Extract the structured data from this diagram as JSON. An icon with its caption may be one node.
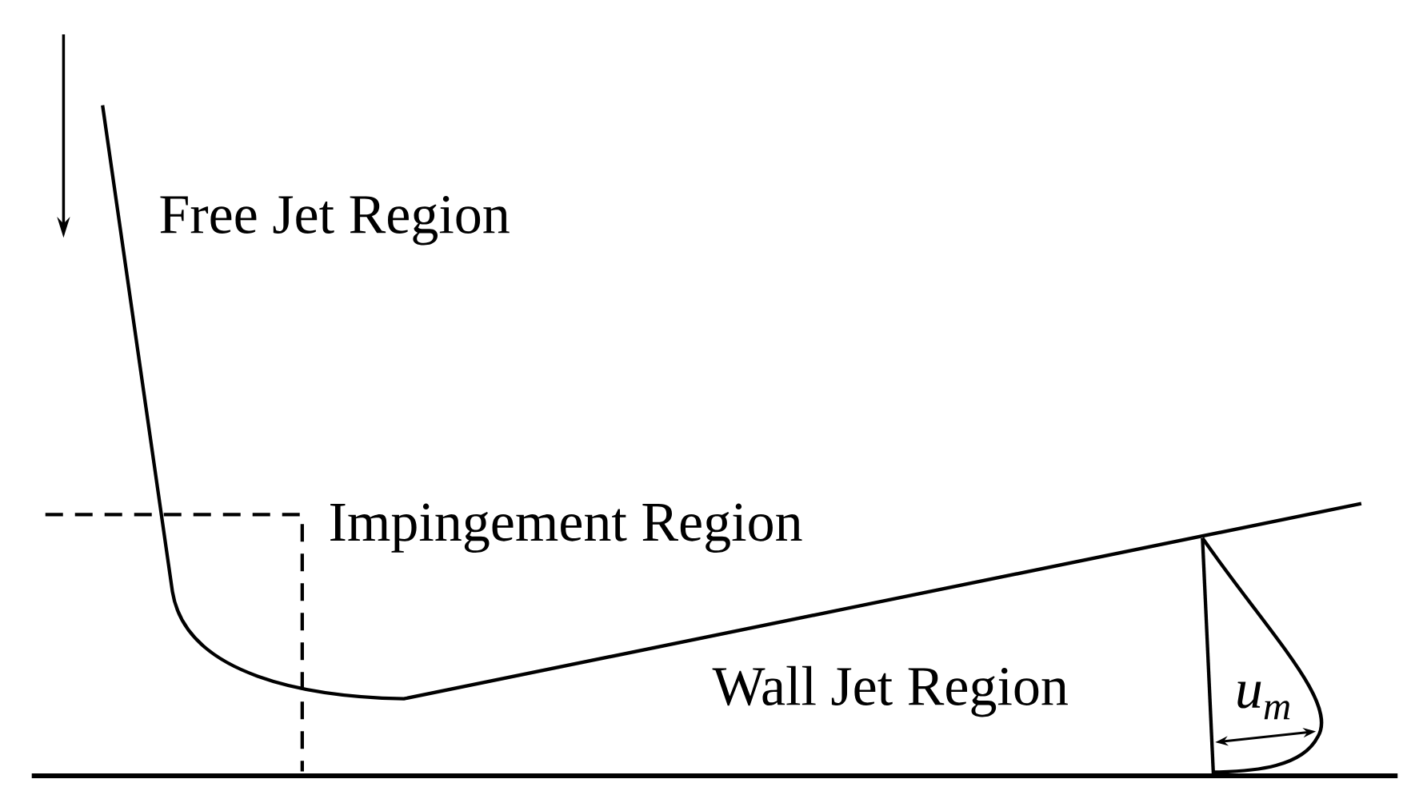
{
  "diagram": {
    "labels": [
      "Free Jet Region",
      "Impingement Region",
      "Wall Jet Region",
      "u$_{m}$"
    ]
  }
}
